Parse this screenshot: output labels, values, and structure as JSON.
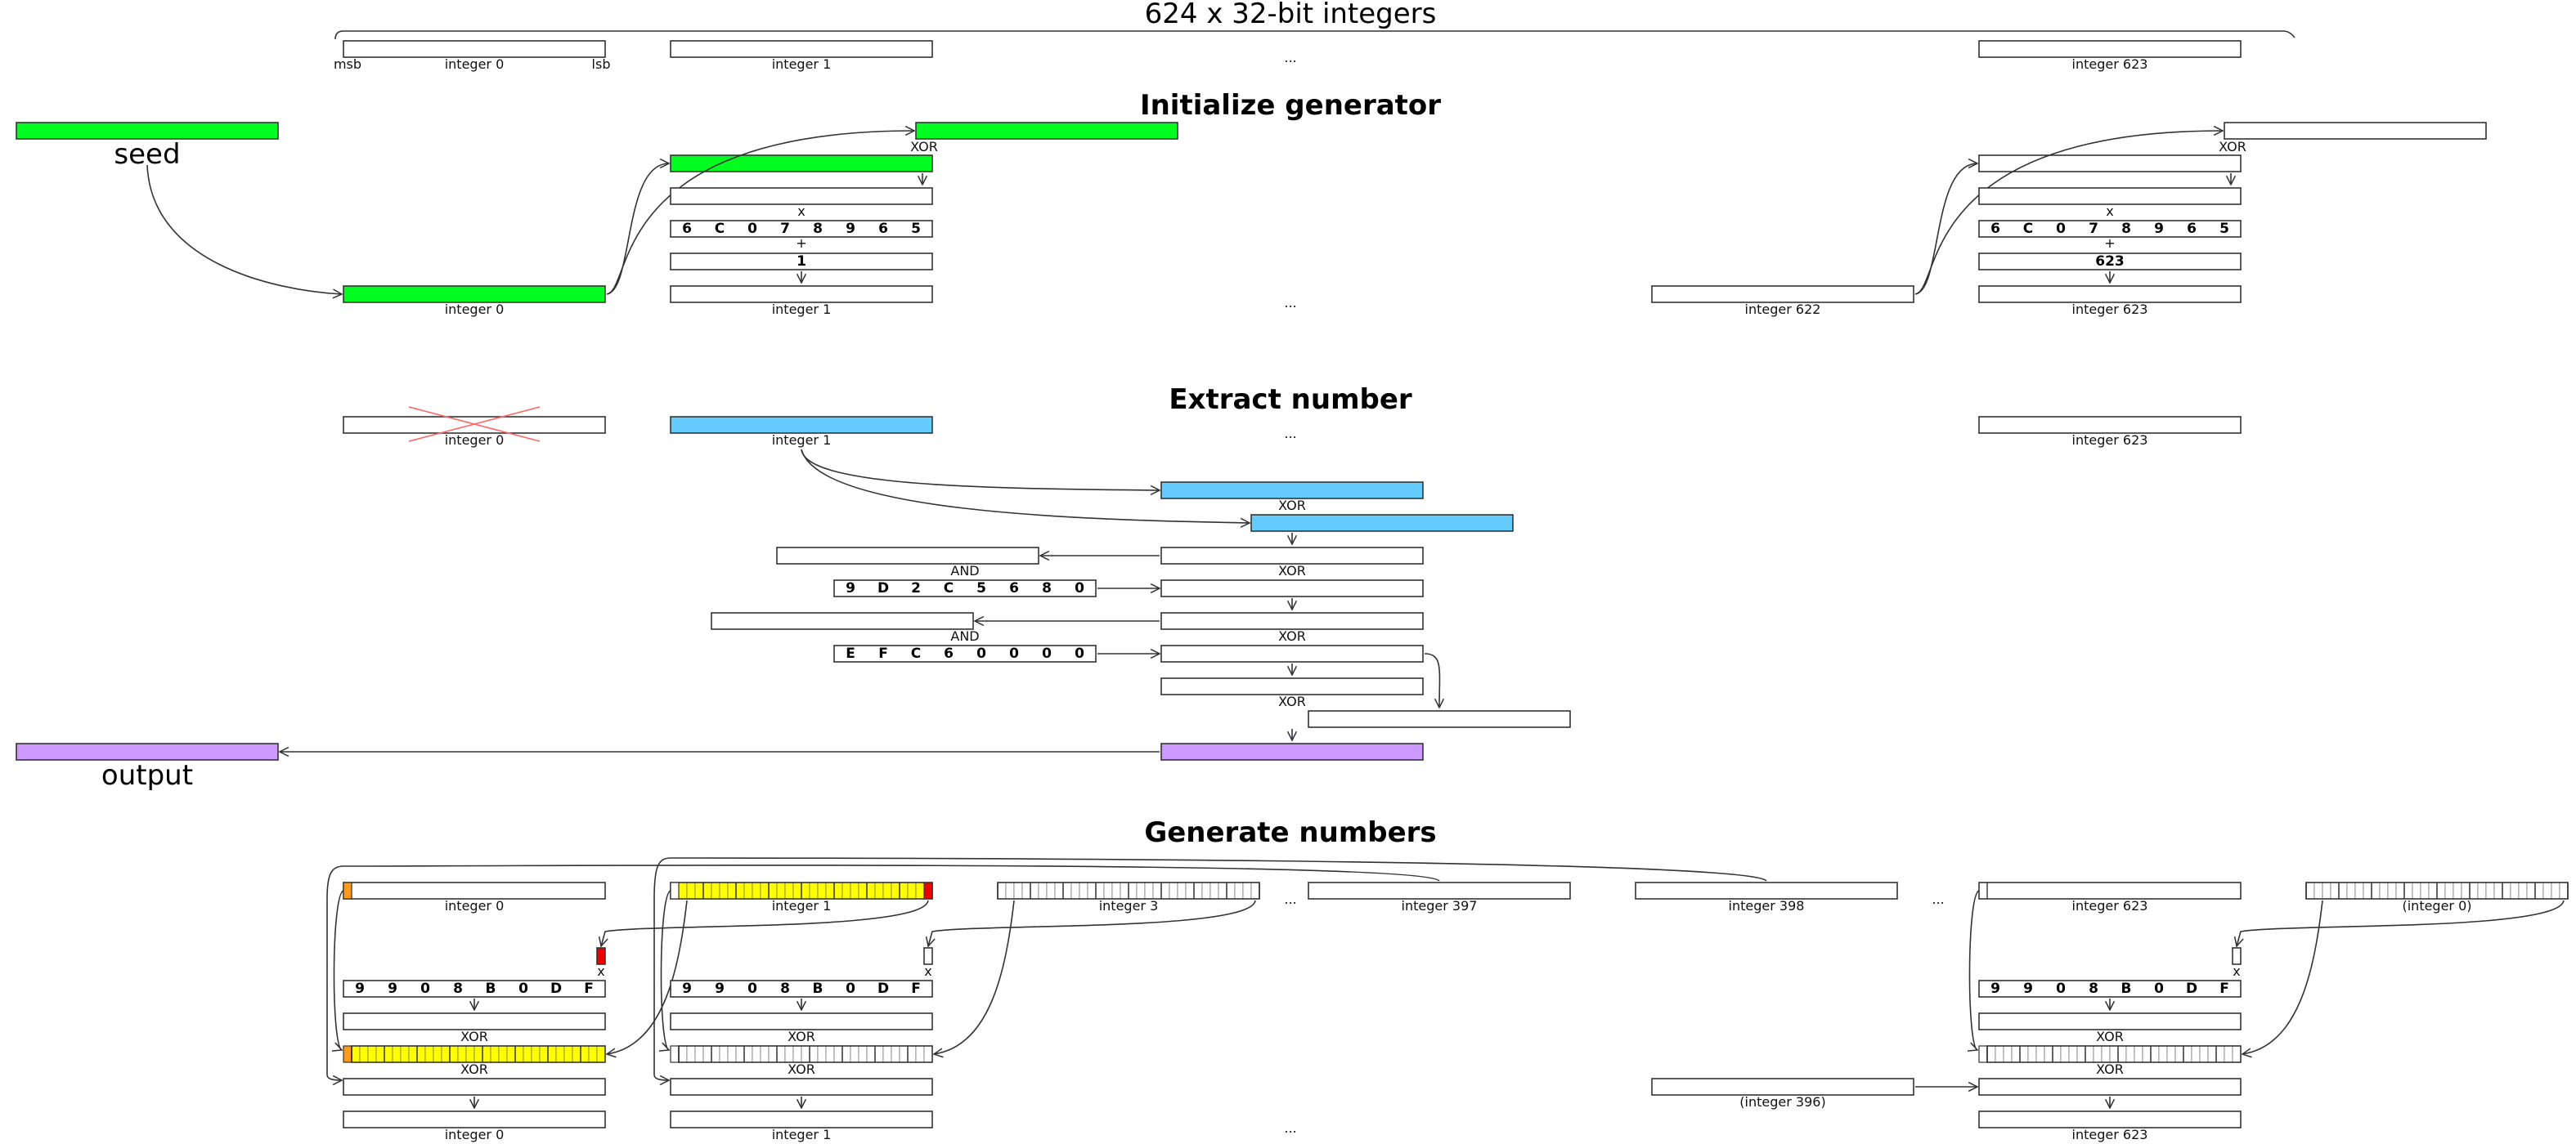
{
  "title": "624 x 32-bit integers",
  "top_row": {
    "msb": "msb",
    "lsb": "lsb",
    "int0": "integer 0",
    "int1": "integer 1",
    "ellipsis": "...",
    "int623": "integer 623"
  },
  "init": {
    "heading": "Initialize generator",
    "seed": "seed",
    "xor": "XOR",
    "times": "x",
    "plus": "+",
    "multiplier_digits": [
      "6",
      "C",
      "0",
      "7",
      "8",
      "9",
      "6",
      "5"
    ],
    "add1": "1",
    "add623": "623",
    "int0": "integer 0",
    "int1": "integer 1",
    "int622": "integer 622",
    "int623": "integer 623",
    "ellipsis": "..."
  },
  "extract": {
    "heading": "Extract number",
    "int0": "integer 0",
    "int1": "integer 1",
    "int623": "integer 623",
    "ellipsis": "...",
    "xor": "XOR",
    "and": "AND",
    "mask1_digits": [
      "9",
      "D",
      "2",
      "C",
      "5",
      "6",
      "8",
      "0"
    ],
    "mask2_digits": [
      "E",
      "F",
      "C",
      "6",
      "0",
      "0",
      "0",
      "0"
    ],
    "output": "output"
  },
  "generate": {
    "heading": "Generate numbers",
    "int0": "integer 0",
    "int1": "integer 1",
    "int3": "integer 3",
    "int397": "integer 397",
    "int398": "integer 398",
    "int623": "integer 623",
    "paren_int0": "(integer 0)",
    "int396": "(integer 396)",
    "ellipsis": "...",
    "times": "x",
    "xor": "XOR",
    "const_digits": [
      "9",
      "9",
      "0",
      "8",
      "B",
      "0",
      "D",
      "F"
    ]
  },
  "colors": {
    "seed": "#00ff21",
    "extract": "#66ccff",
    "output": "#cc99ff",
    "yellow": "#ffff00",
    "red": "#ee0000",
    "orange": "#ff9a1a",
    "cross": "#ff6666"
  }
}
